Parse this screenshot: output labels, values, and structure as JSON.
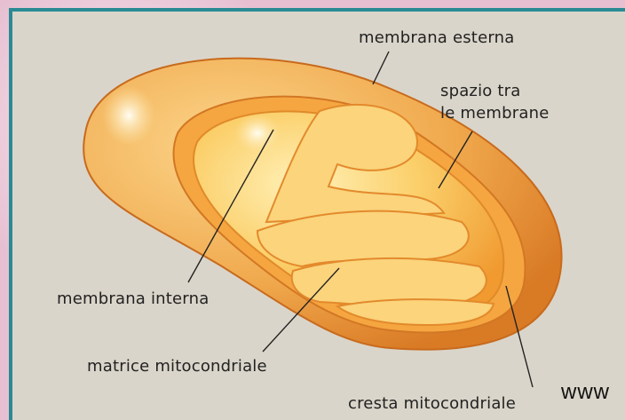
{
  "labels": {
    "membrana_esterna": "membrana esterna",
    "spazio_tra_line1": "spazio tra",
    "spazio_tra_line2": "le membrane",
    "membrana_interna": "membrana interna",
    "matrice": "matrice mitocondriale",
    "cresta": "cresta mitocondriale"
  },
  "watermark": "www",
  "colors": {
    "panel": "#dad5ca",
    "border": "#2a8a94",
    "outer_membrane": "#e89a3c",
    "inner_fill": "#f6c35a",
    "highlight": "#fde9a8"
  }
}
